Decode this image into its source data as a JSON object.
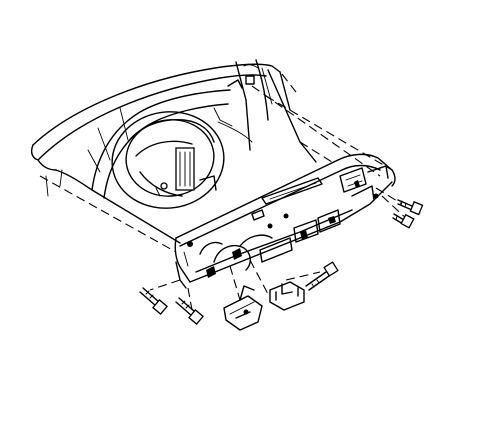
{
  "diagram": {
    "subject_icon": "instrument-panel-exploded-view",
    "colors": {
      "line": "#000000",
      "background": "#ffffff"
    },
    "parts": [
      "body-shell",
      "steering-column-opening",
      "instrument-panel",
      "upper-vents",
      "right-bolts",
      "left-bolts",
      "support-bracket",
      "bracket-bolt"
    ]
  }
}
